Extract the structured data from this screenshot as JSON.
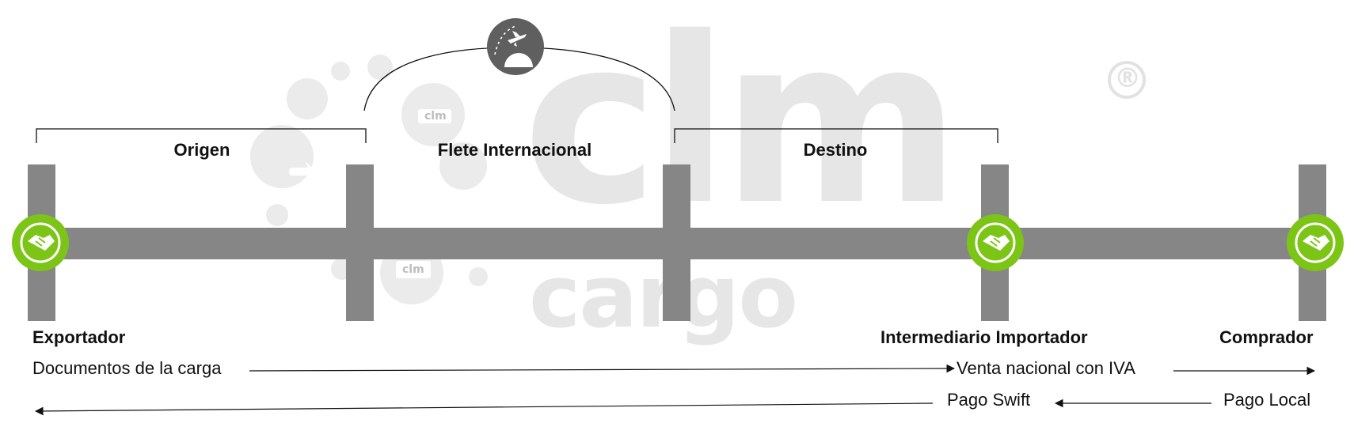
{
  "watermark": {
    "brand_main": "clm",
    "brand_sub": "cargo",
    "registered_symbol": "®",
    "badge_label": "clm"
  },
  "stages": [
    {
      "id": "origen",
      "title": "Origen"
    },
    {
      "id": "flete",
      "title": "Flete Internacional"
    },
    {
      "id": "destino",
      "title": "Destino"
    }
  ],
  "roles": [
    {
      "id": "exportador",
      "label": "Exportador"
    },
    {
      "id": "intermediario",
      "label": "Intermediario Importador"
    },
    {
      "id": "comprador",
      "label": "Comprador"
    }
  ],
  "flows": {
    "documentos": "Documentos de la carga",
    "venta": "Venta nacional con IVA",
    "pago_swift": "Pago Swift",
    "pago_local": "Pago Local"
  },
  "icons": {
    "handshake": "handshake-icon",
    "airplane_globe": "airplane-globe-icon"
  },
  "colors": {
    "bar": "#868686",
    "handshake_green": "#7cc516",
    "icon_dark": "#5f5f5f",
    "watermark": "#e6e6e6"
  }
}
